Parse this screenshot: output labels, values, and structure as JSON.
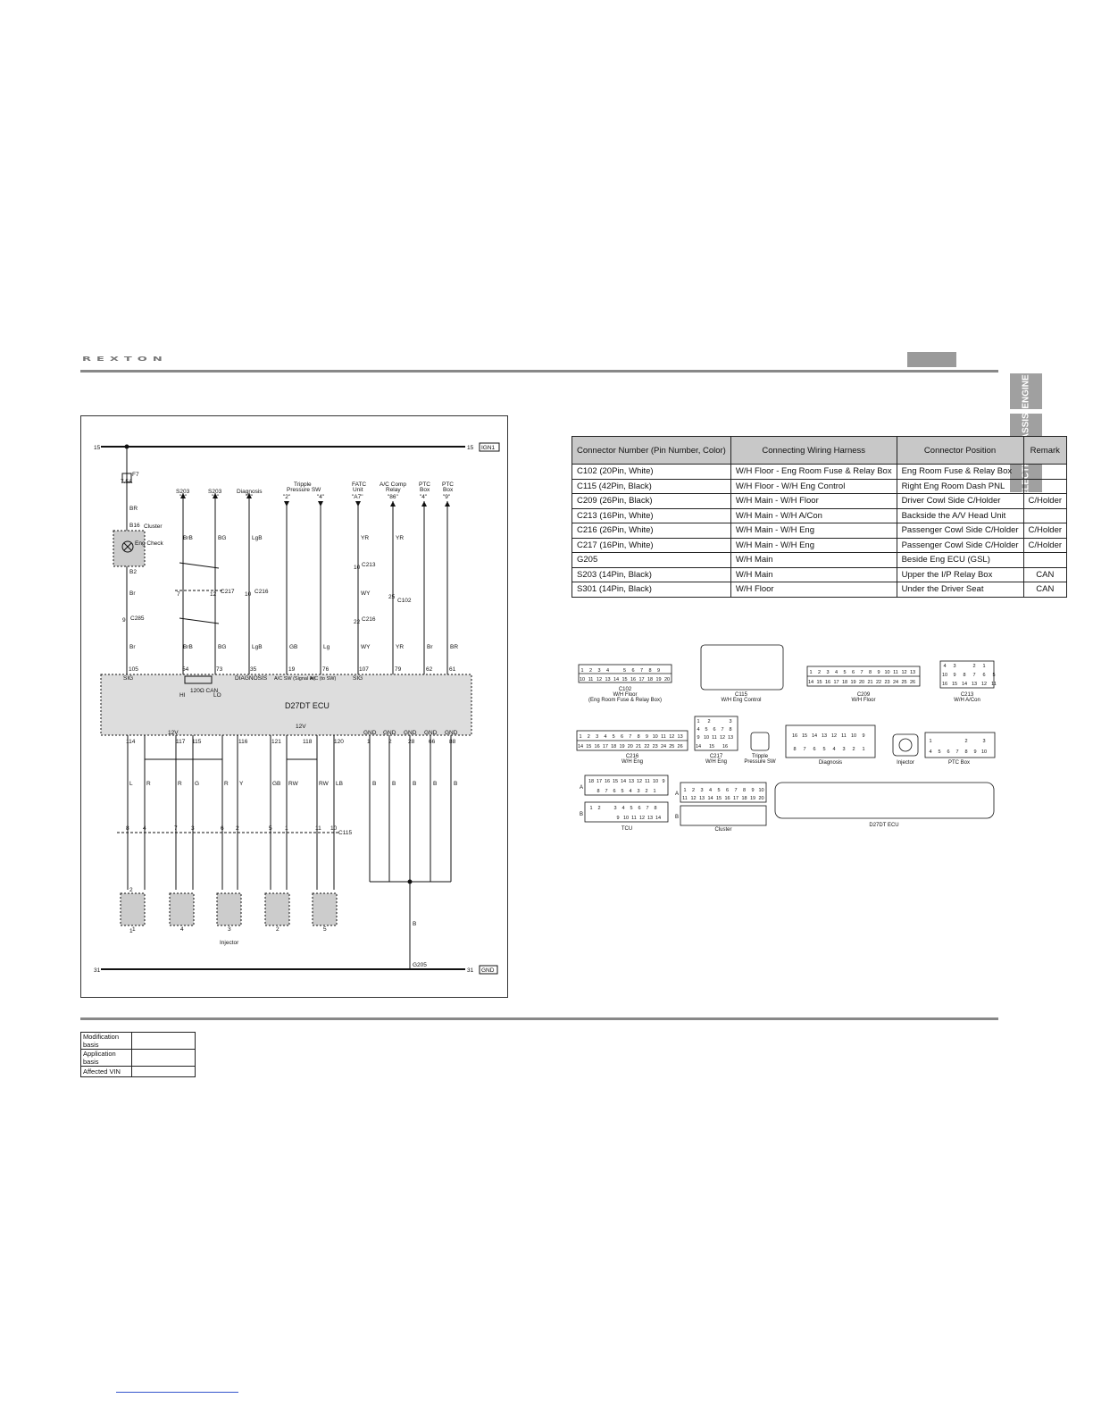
{
  "header": {
    "logo": "REXTON"
  },
  "side_tabs": [
    "ENGINE",
    "CHASSIS",
    "ELECTRIC"
  ],
  "diagram": {
    "rail_top": "15",
    "rail_top_tag": "IGN1",
    "rail_bottom": "31",
    "rail_bottom_tag": "GND",
    "fuse": "F7",
    "fuse_rating": "7.5A",
    "cluster_label": "Cluster",
    "lamp_label": "Eng Check",
    "ecu_name": "D27DT ECU",
    "injector_label": "Injector",
    "ground_point": "G205",
    "can_label": "120Ω CAN",
    "can_hi": "HI",
    "can_lo": "LO",
    "top_targets": [
      {
        "line1": "S203",
        "line2": "\"9\""
      },
      {
        "line1": "S203",
        "line2": "\"2\""
      },
      {
        "line1": "Diagnosis",
        "line2": "\"7\""
      },
      {
        "line1": "Tripple",
        "line2": "Pressure SW",
        "line3": "\"2\""
      },
      {
        "line1": "\"4\""
      },
      {
        "line1": "FATC",
        "line2": "Unit",
        "line3": "\"A7\""
      },
      {
        "line1": "A/C Comp",
        "line2": "Relay",
        "line3": "\"86\""
      },
      {
        "line1": "PTC",
        "line2": "Box",
        "line3": "\"4\""
      },
      {
        "line1": "PTC",
        "line2": "Box",
        "line3": "\"9\""
      }
    ],
    "wire_colors_upper": [
      "BR",
      "BrB",
      "BG",
      "LgB",
      "YR",
      "YR"
    ],
    "wire_colors_mid": [
      "Br",
      "WY"
    ],
    "wire_colors_lower": [
      "Br",
      "BrB",
      "BG",
      "LgB",
      "GB",
      "Lg",
      "WY",
      "YR",
      "Br",
      "BR"
    ],
    "ecu_pins_top": [
      "105",
      "54",
      "73",
      "35",
      "19",
      "76",
      "107",
      "79",
      "62",
      "61"
    ],
    "ecu_pin_names_top": [
      "SIG",
      "DIAGNOSIS",
      "A/C SW (Signal In)",
      "A/C (to SW)",
      "SIG"
    ],
    "ecu_pins_bottom": [
      "114",
      "117",
      "115",
      "116",
      "121",
      "118",
      "120",
      "1",
      "2",
      "28",
      "66",
      "88"
    ],
    "ecu_pin_names_bottom": [
      "12V",
      "12V",
      "GND",
      "GND",
      "GND",
      "GND",
      "GND"
    ],
    "injector_wire_colors": [
      "L",
      "R",
      "R",
      "G",
      "R",
      "Y",
      "GB",
      "RW",
      "RW",
      "LB"
    ],
    "c115_pins": [
      "8",
      "4",
      "7",
      "3",
      "6",
      "2",
      "5",
      "1",
      "11",
      "10"
    ],
    "ground_wire_colors": [
      "B",
      "B",
      "B",
      "B",
      "B",
      "B"
    ],
    "injector_numbers": [
      "1",
      "4",
      "3",
      "2",
      "5"
    ],
    "connector_tags": [
      "C217",
      "C216",
      "C285",
      "C213",
      "C216",
      "C102",
      "C115"
    ],
    "splice_pins": [
      "7",
      "12",
      "10",
      "9",
      "10",
      "22",
      "25"
    ],
    "lamp_pins": [
      "B16",
      "B2"
    ],
    "injector_pin_labels": [
      "2",
      "1"
    ]
  },
  "connector_table": {
    "headers": [
      "Connector Number (Pin Number, Color)",
      "Connecting Wiring Harness",
      "Connector Position",
      "Remark"
    ],
    "rows": [
      [
        "C102 (20Pin, White)",
        "W/H Floor - Eng Room Fuse & Relay Box",
        "Eng Room Fuse & Relay Box",
        ""
      ],
      [
        "C115 (42Pin, Black)",
        "W/H Floor - W/H Eng Control",
        "Right Eng Room Dash PNL",
        ""
      ],
      [
        "C209 (26Pin, Black)",
        "W/H Main - W/H Floor",
        "Driver Cowl Side C/Holder",
        "C/Holder"
      ],
      [
        "C213 (16Pin, White)",
        "W/H Main - W/H A/Con",
        "Backside the A/V Head Unit",
        ""
      ],
      [
        "C216 (26Pin, White)",
        "W/H Main - W/H Eng",
        "Passenger Cowl Side C/Holder",
        "C/Holder"
      ],
      [
        "C217 (16Pin, White)",
        "W/H Main - W/H Eng",
        "Passenger Cowl Side C/Holder",
        "C/Holder"
      ],
      [
        "G205",
        "W/H Main",
        "Beside Eng ECU (GSL)",
        ""
      ],
      [
        "S203 (14Pin, Black)",
        "W/H Main",
        "Upper the I/P Relay Box",
        "CAN"
      ],
      [
        "S301 (14Pin, Black)",
        "W/H Floor",
        "Under the Driver Seat",
        "CAN"
      ]
    ]
  },
  "connector_views": [
    {
      "name": "C102",
      "sub1": "W/H Floor",
      "sub2": "(Eng Room Fuse & Relay Box)"
    },
    {
      "name": "C115",
      "sub1": "W/H Eng Control"
    },
    {
      "name": "C209",
      "sub1": "W/H Floor"
    },
    {
      "name": "C213",
      "sub1": "W/H A/Con"
    },
    {
      "name": "C216",
      "sub1": "W/H Eng"
    },
    {
      "name": "C217",
      "sub1": "W/H Eng"
    },
    {
      "name": "Tripple",
      "sub1": "Pressure SW"
    },
    {
      "name": "Diagnosis"
    },
    {
      "name": "Injector"
    },
    {
      "name": "PTC Box"
    },
    {
      "name": "TCU"
    },
    {
      "name": "Cluster"
    },
    {
      "name": "D27DT ECU"
    }
  ],
  "connector_pin_rows": {
    "c102_top": [
      "1",
      "2",
      "3",
      "4",
      "",
      "5",
      "6",
      "7",
      "8",
      "9"
    ],
    "c102_bot": [
      "10",
      "11",
      "12",
      "13",
      "14",
      "15",
      "16",
      "17",
      "18",
      "19",
      "20"
    ],
    "c209_top": [
      "1",
      "2",
      "3",
      "4",
      "5",
      "6",
      "7",
      "8",
      "9",
      "10",
      "11",
      "12",
      "13"
    ],
    "c209_bot": [
      "14",
      "15",
      "16",
      "17",
      "18",
      "19",
      "20",
      "21",
      "22",
      "23",
      "24",
      "25",
      "26"
    ],
    "c213_top": [
      "4",
      "3",
      "",
      "2",
      "1"
    ],
    "c213_bot": [
      "16",
      "15",
      "14",
      "13",
      "12",
      "11"
    ],
    "c213_mid": [
      "10",
      "9",
      "8",
      "7",
      "6",
      "5"
    ],
    "c216_top": [
      "1",
      "2",
      "3",
      "4",
      "5",
      "6",
      "7",
      "8",
      "9",
      "10",
      "11",
      "12",
      "13"
    ],
    "c216_bot": [
      "14",
      "15",
      "16",
      "17",
      "18",
      "19",
      "20",
      "21",
      "22",
      "23",
      "24",
      "25",
      "26"
    ],
    "c217_r1": [
      "1",
      "2",
      "",
      "3"
    ],
    "c217_r2": [
      "4",
      "5",
      "6",
      "7",
      "8"
    ],
    "c217_r3": [
      "9",
      "10",
      "11",
      "12",
      "13"
    ],
    "c217_r4": [
      "14",
      "15",
      "16"
    ],
    "diag_top": [
      "16",
      "15",
      "14",
      "13",
      "12",
      "11",
      "10",
      "9"
    ],
    "diag_bot": [
      "8",
      "7",
      "6",
      "5",
      "4",
      "3",
      "2",
      "1"
    ],
    "ptc_top": [
      "1",
      "",
      "2",
      "3"
    ],
    "ptc_bot": [
      "4",
      "5",
      "6",
      "7",
      "8",
      "9",
      "10"
    ],
    "cluster_r1": [
      "1",
      "2",
      "3",
      "4",
      "5",
      "6",
      "7",
      "8",
      "9",
      "10"
    ],
    "cluster_r2": [
      "11",
      "12",
      "13",
      "14",
      "15",
      "16",
      "17",
      "18",
      "19",
      "20"
    ],
    "tcu_a": [
      "18",
      "17",
      "16",
      "15",
      "14",
      "13",
      "12",
      "11",
      "10",
      "9"
    ],
    "tcu_a2": [
      "8",
      "7",
      "6",
      "5",
      "4",
      "3",
      "2",
      "1"
    ],
    "tcu_b": [
      "1",
      "2",
      "",
      "3",
      "4",
      "5",
      "6",
      "7",
      "8"
    ],
    "tcu_b2": [
      "9",
      "10",
      "11",
      "12",
      "13",
      "14"
    ],
    "row_labels": [
      "A",
      "B"
    ]
  },
  "modification_table": {
    "rows": [
      {
        "label": "Modification basis",
        "value": ""
      },
      {
        "label": "Application basis",
        "value": ""
      },
      {
        "label": "Affected VIN",
        "value": ""
      }
    ]
  }
}
